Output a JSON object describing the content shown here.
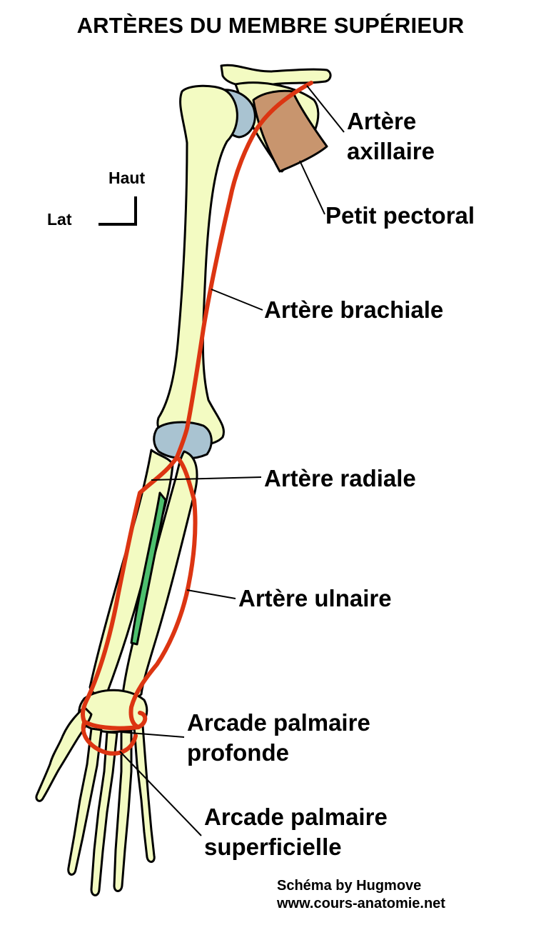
{
  "title": "ARTÈRES DU MEMBRE SUPÉRIEUR",
  "orientation": {
    "up": "Haut",
    "lateral": "Lat"
  },
  "labels": {
    "axillary_line1": "Artère",
    "axillary_line2": "axillaire",
    "pectoralis_minor": "Petit pectoral",
    "brachial": "Artère brachiale",
    "radial": "Artère radiale",
    "ulnar": "Artère ulnaire",
    "deep_arch_line1": "Arcade palmaire",
    "deep_arch_line2": "profonde",
    "superficial_arch_line1": "Arcade palmaire",
    "superficial_arch_line2": "superficielle"
  },
  "credit": {
    "line1": "Schéma by Hugmove",
    "line2": "www.cours-anatomie.net"
  },
  "colors": {
    "bone": "#f3fbc2",
    "cartilage": "#a9c3d1",
    "artery": "#dc3512",
    "muscle": "#c8956e",
    "interosseous": "#4dbf6e",
    "outline": "#000000"
  }
}
